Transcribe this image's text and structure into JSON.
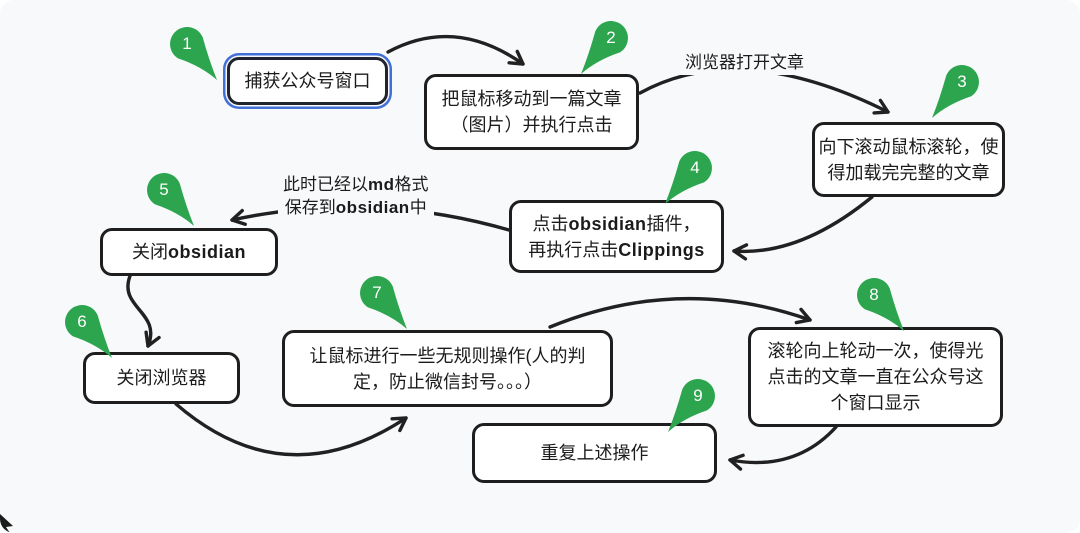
{
  "app": {
    "kind": "hand-drawn flowchart whiteboard"
  },
  "colors": {
    "canvas_bg": "#f8f9fb",
    "stroke": "#212121",
    "selection_blue": "#4170d8",
    "marker_green": "#2ca54e",
    "text": "#1b1b1b"
  },
  "nodes": [
    {
      "id": "1",
      "selected": true,
      "lines": [
        "捕获公众号窗口"
      ]
    },
    {
      "id": "2",
      "selected": false,
      "lines": [
        "把鼠标移动到一篇文章",
        "（图片）并执行点击"
      ]
    },
    {
      "id": "3",
      "selected": false,
      "lines": [
        "向下滚动鼠标滚轮，使",
        "得加载完完整的文章"
      ]
    },
    {
      "id": "4",
      "selected": false,
      "lines": [
        "点击obsidian插件，",
        "再执行点击Clippings"
      ]
    },
    {
      "id": "5",
      "selected": false,
      "lines": [
        "关闭obsidian"
      ]
    },
    {
      "id": "6",
      "selected": false,
      "lines": [
        "关闭浏览器"
      ]
    },
    {
      "id": "7",
      "selected": false,
      "lines": [
        "让鼠标进行一些无规则操作(人的判",
        "定，防止微信封号。。。）"
      ]
    },
    {
      "id": "8",
      "selected": false,
      "lines": [
        "滚轮向上轮动一次，使得光",
        "点击的文章一直在公众号这",
        "个窗口显示"
      ]
    },
    {
      "id": "9",
      "selected": false,
      "lines": [
        "重复上述操作"
      ]
    }
  ],
  "edge_labels": [
    {
      "lines": [
        "浏览器打开文章"
      ]
    },
    {
      "lines": [
        "此时已经以md格式",
        "保存到obsidian中"
      ]
    }
  ],
  "markers": [
    {
      "number": "1"
    },
    {
      "number": "2"
    },
    {
      "number": "3"
    },
    {
      "number": "4"
    },
    {
      "number": "5"
    },
    {
      "number": "6"
    },
    {
      "number": "7"
    },
    {
      "number": "8"
    },
    {
      "number": "9"
    }
  ]
}
